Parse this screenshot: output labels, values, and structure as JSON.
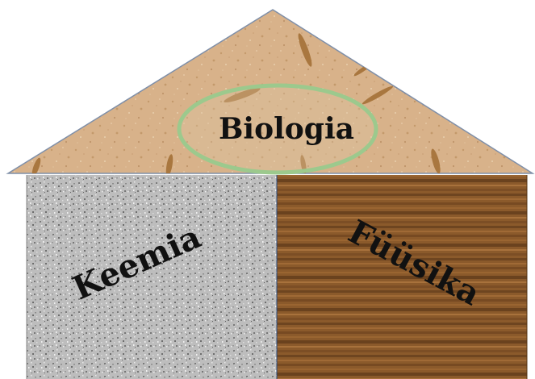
{
  "house": {
    "roof_label": "Biologia",
    "left_block_label": "Keemia",
    "right_block_label": "Füüsika"
  },
  "colors": {
    "roof_fill": "#d9b48c",
    "roof_fossil": "#a9773f",
    "roof_stroke": "#7f8fa8",
    "ellipse_stroke": "#9cc98d",
    "ellipse_fill": "#dcc6a4",
    "granite_base": "#b9b9b9",
    "wood_base": "#8a5a2b",
    "divider": "#2c4a7a"
  }
}
